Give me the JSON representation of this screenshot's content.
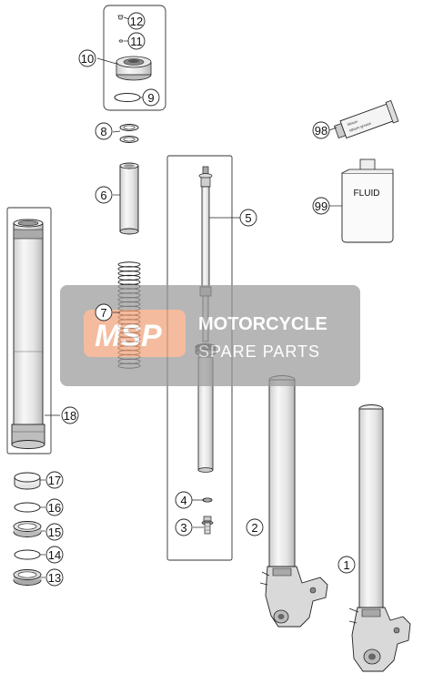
{
  "callouts": [
    {
      "id": "c12",
      "label": "12"
    },
    {
      "id": "c11",
      "label": "11"
    },
    {
      "id": "c10",
      "label": "10"
    },
    {
      "id": "c9",
      "label": "9"
    },
    {
      "id": "c8",
      "label": "8"
    },
    {
      "id": "c6",
      "label": "6"
    },
    {
      "id": "c7",
      "label": "7"
    },
    {
      "id": "c5",
      "label": "5"
    },
    {
      "id": "c4",
      "label": "4"
    },
    {
      "id": "c3",
      "label": "3"
    },
    {
      "id": "c2",
      "label": "2"
    },
    {
      "id": "c1",
      "label": "1"
    },
    {
      "id": "c18",
      "label": "18"
    },
    {
      "id": "c17",
      "label": "17"
    },
    {
      "id": "c16",
      "label": "16"
    },
    {
      "id": "c15",
      "label": "15"
    },
    {
      "id": "c14",
      "label": "14"
    },
    {
      "id": "c13",
      "label": "13"
    },
    {
      "id": "c98",
      "label": "98"
    },
    {
      "id": "c99",
      "label": "99"
    }
  ],
  "fluid_container": {
    "label": "FLUID"
  },
  "grease_tube": {
    "line1": "lithium",
    "line2": "lithium grease"
  },
  "watermark": {
    "logo": "MSP",
    "title": "MOTORCYCLE",
    "subtitle": "SPARE PARTS",
    "colors": {
      "logo_bg": "#f0a27a",
      "panel": "#9a9a9a"
    }
  },
  "colors": {
    "line": "#222222",
    "callout_fill": "#ffffff",
    "tube_light": "#f2f2f2",
    "tube_mid": "#cfcfcf"
  }
}
